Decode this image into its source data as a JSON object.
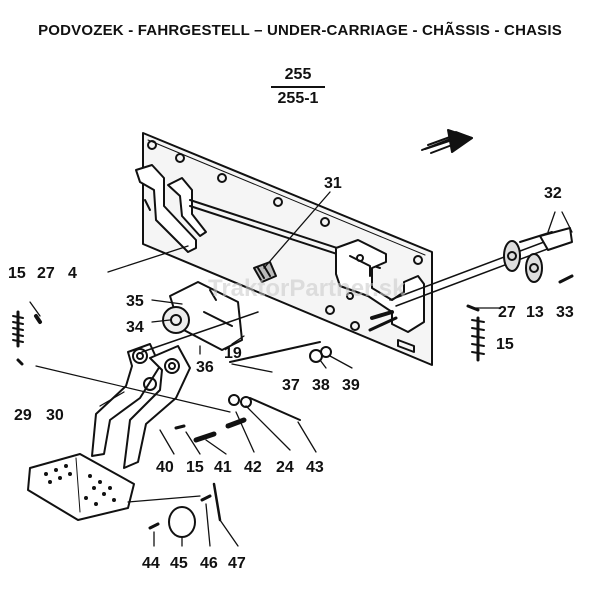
{
  "header": {
    "title": "PODVOZEK - FAHRGESTELL – UNDER-CARRIAGE - CHÃSSIS - CHASIS",
    "page_top": "255",
    "page_bottom": "255-1"
  },
  "watermark": "TraktorPartner.sk",
  "labels": [
    "15",
    "27",
    "4",
    "35",
    "34",
    "36",
    "19",
    "37",
    "38",
    "39",
    "29",
    "30",
    "31",
    "32",
    "27",
    "13",
    "33",
    "15",
    "40",
    "15",
    "41",
    "42",
    "24",
    "43",
    "44",
    "45",
    "46",
    "47"
  ],
  "icons": {
    "direction_arrow": "direction-arrow-icon"
  }
}
